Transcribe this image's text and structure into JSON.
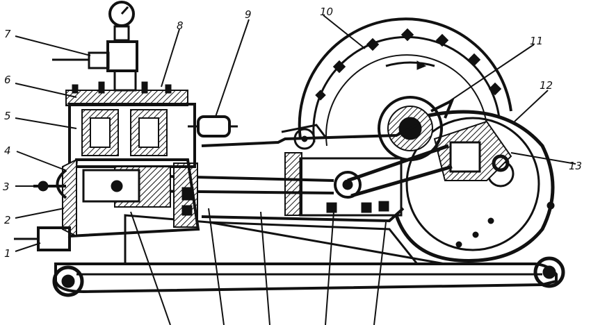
{
  "diagram": {
    "labels": [
      "1",
      "2",
      "3",
      "4",
      "5",
      "6",
      "7",
      "8",
      "9",
      "10",
      "11",
      "12",
      "13"
    ]
  },
  "colors": {
    "ink": "#111111",
    "paper": "#ffffff"
  }
}
